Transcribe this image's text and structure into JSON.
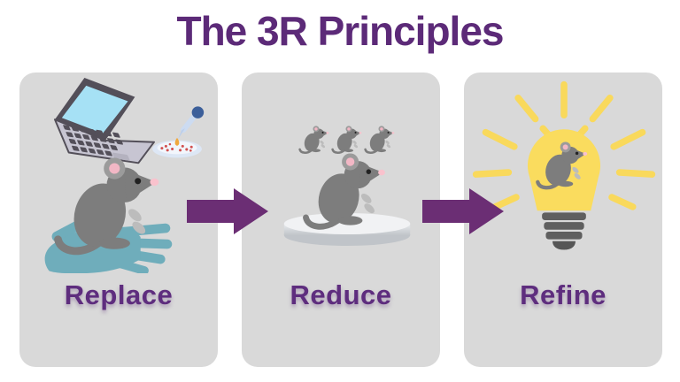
{
  "title": "The 3R Principles",
  "panels": [
    {
      "id": "replace",
      "label": "Replace",
      "illustrations": [
        "laptop-icon",
        "pipette-petri-dish-icon",
        "hand-icon",
        "mouse-icon"
      ]
    },
    {
      "id": "reduce",
      "label": "Reduce",
      "illustrations": [
        "small-mice-row-icon",
        "platform-icon",
        "mouse-icon"
      ]
    },
    {
      "id": "refine",
      "label": "Refine",
      "illustrations": [
        "lightbulb-rays-icon",
        "mouse-icon"
      ]
    }
  ],
  "arrows": [
    {
      "name": "arrow-replace-to-reduce",
      "direction": "right"
    },
    {
      "name": "arrow-reduce-to-refine",
      "direction": "right"
    }
  ],
  "colors": {
    "background": "#ffffff",
    "panel_gray": "#d9d9d9",
    "title_purple": "#5c2a78",
    "label_purple": "#5e2d7e",
    "arrow_purple": "#6b2e74",
    "mouse_gray": "#7d7d7d",
    "mouse_ear_pink": "#f2b7c5",
    "hand_teal": "#6fadbb",
    "laptop_screen_blue": "#a6e1f5",
    "laptop_body_lavender": "#c7c5d2",
    "bulb_yellow": "#fadc5e",
    "bulb_base_gray": "#5f5f5f",
    "pipette_blue": "#3c5f9a",
    "petri_dot_red": "#d25050",
    "drop_orange": "#f0a83d"
  }
}
